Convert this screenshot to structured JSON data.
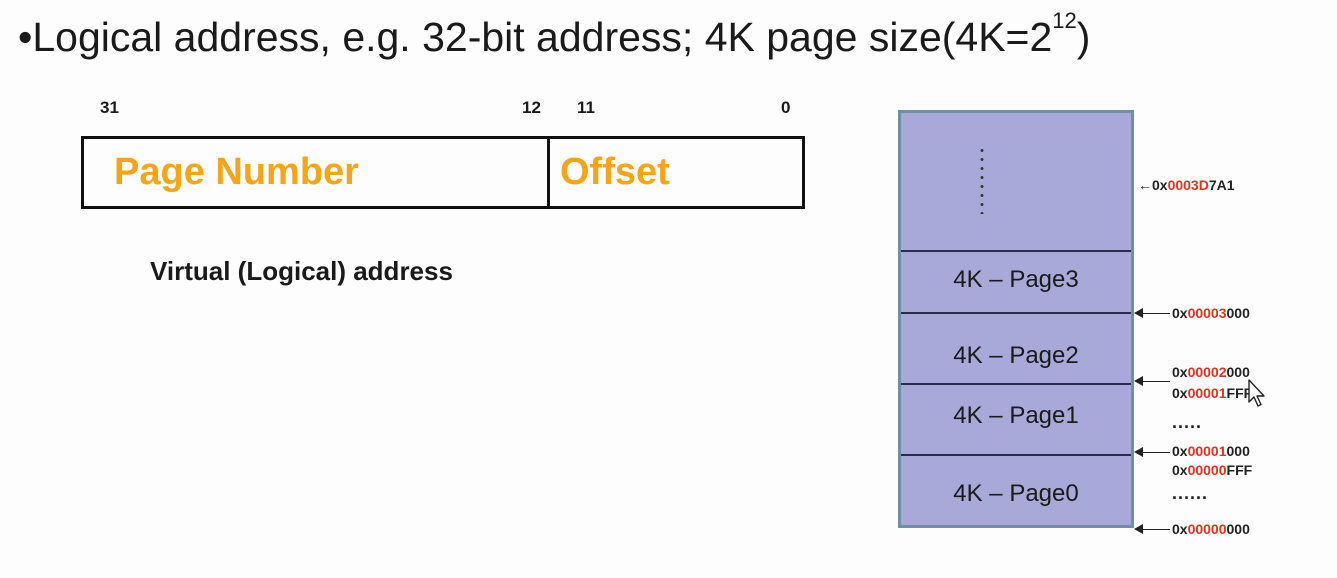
{
  "title": {
    "prefix": "•Logical address, e.g. 32-bit address; 4K page size(4K=2",
    "exp": "12",
    "suffix": ")"
  },
  "bits": {
    "b31": "31",
    "b12": "12",
    "b11": "11",
    "b0": "0"
  },
  "fields": {
    "page_number": "Page Number",
    "offset": "Offset"
  },
  "caption": "Virtual (Logical) address",
  "memory": {
    "pages": [
      "4K – Page3",
      "4K – Page2",
      "4K – Page1",
      "4K – Page0"
    ],
    "markers": [
      {
        "prefix": "0x",
        "red": "0003D",
        "suffix": "7A1"
      },
      {
        "prefix": "0x",
        "red": "00003",
        "suffix": "000"
      },
      {
        "prefix": "0x",
        "red": "00002",
        "suffix": "000"
      },
      {
        "prefix": "0x",
        "red": "00001",
        "suffix": "FFF"
      },
      {
        "prefix": "0x",
        "red": "00001",
        "suffix": "000"
      },
      {
        "prefix": "0x",
        "red": "00000",
        "suffix": "FFF"
      },
      {
        "prefix": "0x",
        "red": "00000",
        "suffix": "000"
      }
    ],
    "ellipsis_a": ".....",
    "ellipsis_b": "......",
    "colors": {
      "block": "#a8a9d8",
      "highlight": "#e8301c",
      "field_text": "#f5a516"
    }
  }
}
